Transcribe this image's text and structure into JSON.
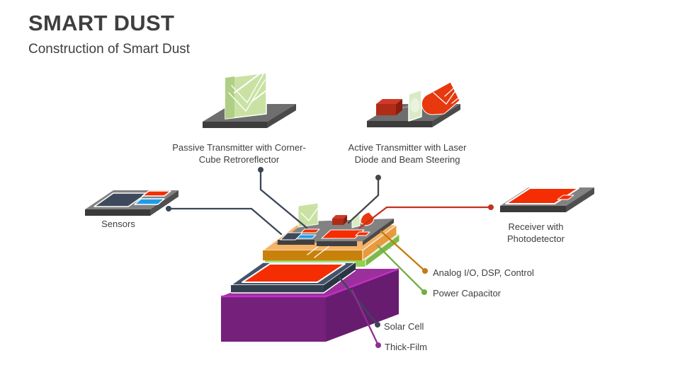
{
  "header": {
    "title": "SMART DUST",
    "subtitle": "Construction of Smart Dust"
  },
  "labels": {
    "passive1": "Passive Transmitter with Corner-",
    "passive2": "Cube Retroreflector",
    "active1": "Active Transmitter with Laser",
    "active2": "Diode and Beam Steering",
    "sensors": "Sensors",
    "receiver1": "Receiver with",
    "receiver2": "Photodetector",
    "analog": "Analog I/O, DSP, Control",
    "power": "Power Capacitor",
    "solar": "Solar Cell",
    "thick": "Thick-Film"
  },
  "colors": {
    "ink": "#3F3F3F",
    "platform_top": "#6E6E6E",
    "platform_front": "#3C3C3C",
    "platform_side": "#4A4A4A",
    "chip_top": "#828282",
    "chip_front": "#3A3A3A",
    "chip_side": "#4F4F4F",
    "plate_front": "#404040",
    "plate_side": "#4A4A4A",
    "cube_green": "#C9E2A4",
    "cube_green_shade": "#AFCF85",
    "lens_green": "#D9EBC5",
    "lens_inner": "#EAF4DC",
    "laser_top": "#CF3A26",
    "laser_front": "#B02C18",
    "laser_side": "#8C1C0E",
    "mirror_red": "#E8380E",
    "panel_red": "#F52D02",
    "panel_blue": "#1F9CE8",
    "panel_navy": "#3E4A5C",
    "orange_top": "#F6B267",
    "orange_front": "#C8820B",
    "orange_side": "#E89A3F",
    "green_top": "#B9DC8E",
    "green_front": "#92D050",
    "green_side": "#7DB94A",
    "solar_rim": "#44536B",
    "solar_front": "#333F4F",
    "solar_side": "#2B3644",
    "purple_top": "#9B2F9B",
    "purple_front": "#75207B",
    "purple_side": "#681C6F",
    "magenta_edge": "#C32FC4",
    "slate_line": "#3A4757",
    "gray_line": "#474747",
    "red_line": "#C4311D",
    "orange_line": "#C67A0F",
    "green_line": "#72AE44",
    "purple_line": "#8E2E90",
    "beam_gray": "#9A9A9A"
  }
}
